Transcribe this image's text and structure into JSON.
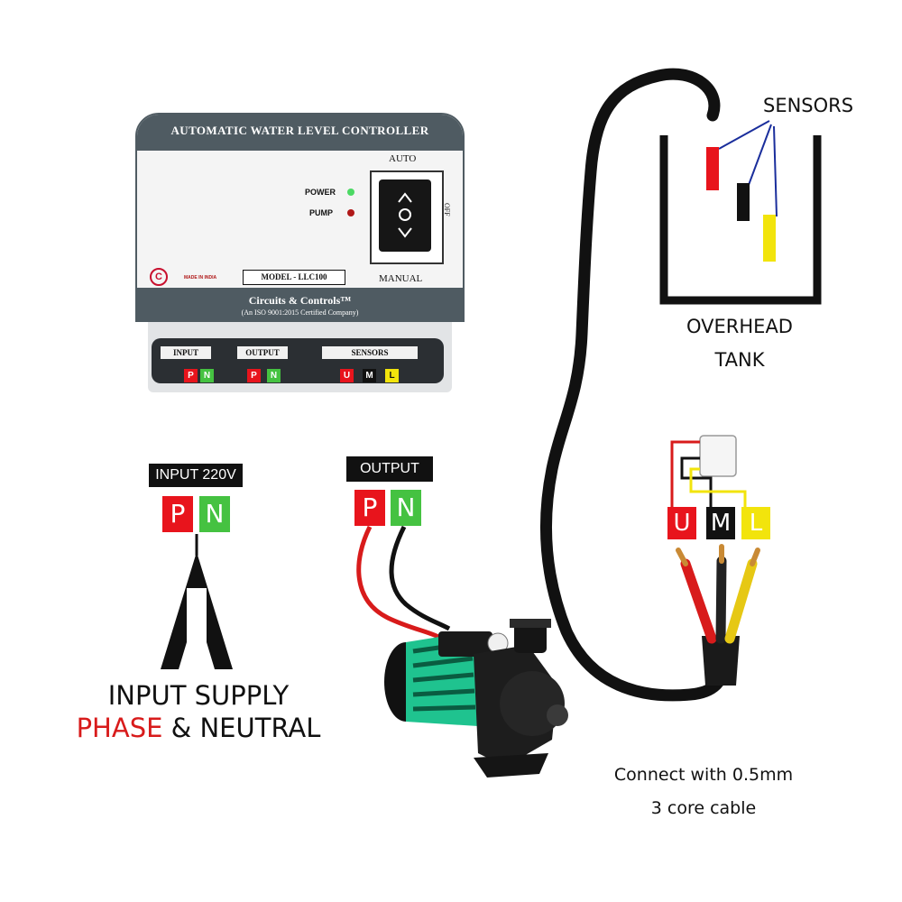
{
  "controller": {
    "title": "AUTOMATIC WATER LEVEL CONTROLLER",
    "indicators": [
      {
        "label": "POWER",
        "color": "#4cd964"
      },
      {
        "label": "PUMP",
        "color": "#b01818"
      }
    ],
    "switch": {
      "top_label": "AUTO",
      "bottom_label": "MANUAL",
      "side_label": "OFF"
    },
    "model": "MODEL - LLC100",
    "made_in": "MADE IN INDIA",
    "company": "Circuits & Controls™",
    "certification": "(An ISO 9001:2015 Certified Company)",
    "terminals": {
      "input": {
        "label": "INPUT",
        "pins": [
          "P",
          "N"
        ]
      },
      "output": {
        "label": "OUTPUT",
        "pins": [
          "P",
          "N"
        ]
      },
      "sensors": {
        "label": "SENSORS",
        "pins": [
          "U",
          "M",
          "L"
        ]
      }
    }
  },
  "input_block": {
    "header": "INPUT 220V",
    "pins": [
      "P",
      "N"
    ],
    "caption_line1": "INPUT SUPPLY",
    "caption_phase": "PHASE",
    "caption_rest": "& NEUTRAL"
  },
  "output_block": {
    "header": "OUTPUT",
    "pins": [
      "P",
      "N"
    ]
  },
  "tank": {
    "sensors_label": "SENSORS",
    "label_line1": "OVERHEAD",
    "label_line2": "TANK"
  },
  "cable": {
    "pins": [
      "U",
      "M",
      "L"
    ],
    "caption_line1": "Connect with 0.5mm",
    "caption_line2": "3 core cable"
  },
  "colors": {
    "phase_red": "#e8141c",
    "neutral_green": "#45c241",
    "middle_black": "#111111",
    "lower_yellow": "#f2e40c",
    "device_slate": "#4f5b62",
    "pump_green": "#1fc38f"
  }
}
